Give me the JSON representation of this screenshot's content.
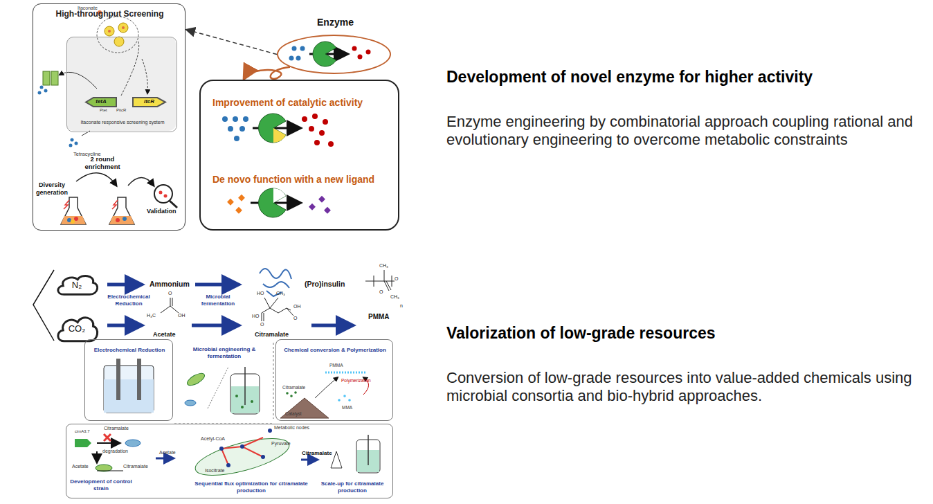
{
  "diagram": {
    "nodes": [
      {
        "text": [
          "High-throughput Screening"
        ]
      },
      {
        "text": [
          "Itaconate responsive screening system"
        ],
        "in": 0
      },
      {
        "text": [
          "tetA"
        ],
        "in": 1
      },
      {
        "text": [
          "itcR"
        ],
        "in": 1
      },
      {
        "text": [
          "Enzyme"
        ]
      },
      {
        "text": [
          "Improvement of catalytic activity",
          "De novo function with a new ligand"
        ]
      },
      {
        "text": [
          "N₂"
        ]
      },
      {
        "text": [
          "CO₂"
        ]
      },
      {
        "text": [
          "Electrochemical Reduction"
        ]
      },
      {
        "text": [
          "Microbial engineering & fermentation"
        ]
      },
      {
        "text": [
          "Chemical conversion & Polymerization"
        ]
      },
      {
        "text": [
          "Development of control strain",
          "Sequential flux optimization for citramalate production",
          "Scale-up for citramalate production"
        ]
      }
    ],
    "edges": [
      {
        "from": 4,
        "to": 0,
        "arrow": "to"
      },
      {
        "from": 4,
        "to": 5,
        "arrow": "to"
      }
    ],
    "labels": [
      "Itaconate",
      "Ptet",
      "PitcR",
      "Tetracycline",
      "2 round enrichment",
      "Diversity generation",
      "Validation",
      "Development of novel enzyme for higher activity",
      "Enzyme engineering by combinatorial approach coupling rational and evolutionary engineering to overcome metabolic constraints",
      "Electrochemical Reduction",
      "Ammonium",
      "Microbial fermentation",
      "(Pro)insulin",
      "O",
      "H₃C",
      "OH",
      "Acetate",
      "HO",
      "CH₃",
      "HO",
      "O",
      "OH",
      "O",
      "Citramalate",
      "CH₃",
      "O",
      "O",
      "CH₃",
      "n",
      "PMMA",
      "Valorization of low-grade resources",
      "Conversion of low-grade resources into value-added chemicals using microbial consortia and bio-hybrid approaches.",
      "PMMA",
      "Polymerization",
      "Citramalate",
      "MMA",
      "Catalyst",
      "cimA3.7",
      "Citramalate",
      "degradation",
      "Acetate",
      "Citramalate",
      "Acetate",
      "Acetyl-CoA",
      "Metabolic nodes",
      "Pyruvate",
      "Isocitrate",
      "Citramalate"
    ]
  }
}
